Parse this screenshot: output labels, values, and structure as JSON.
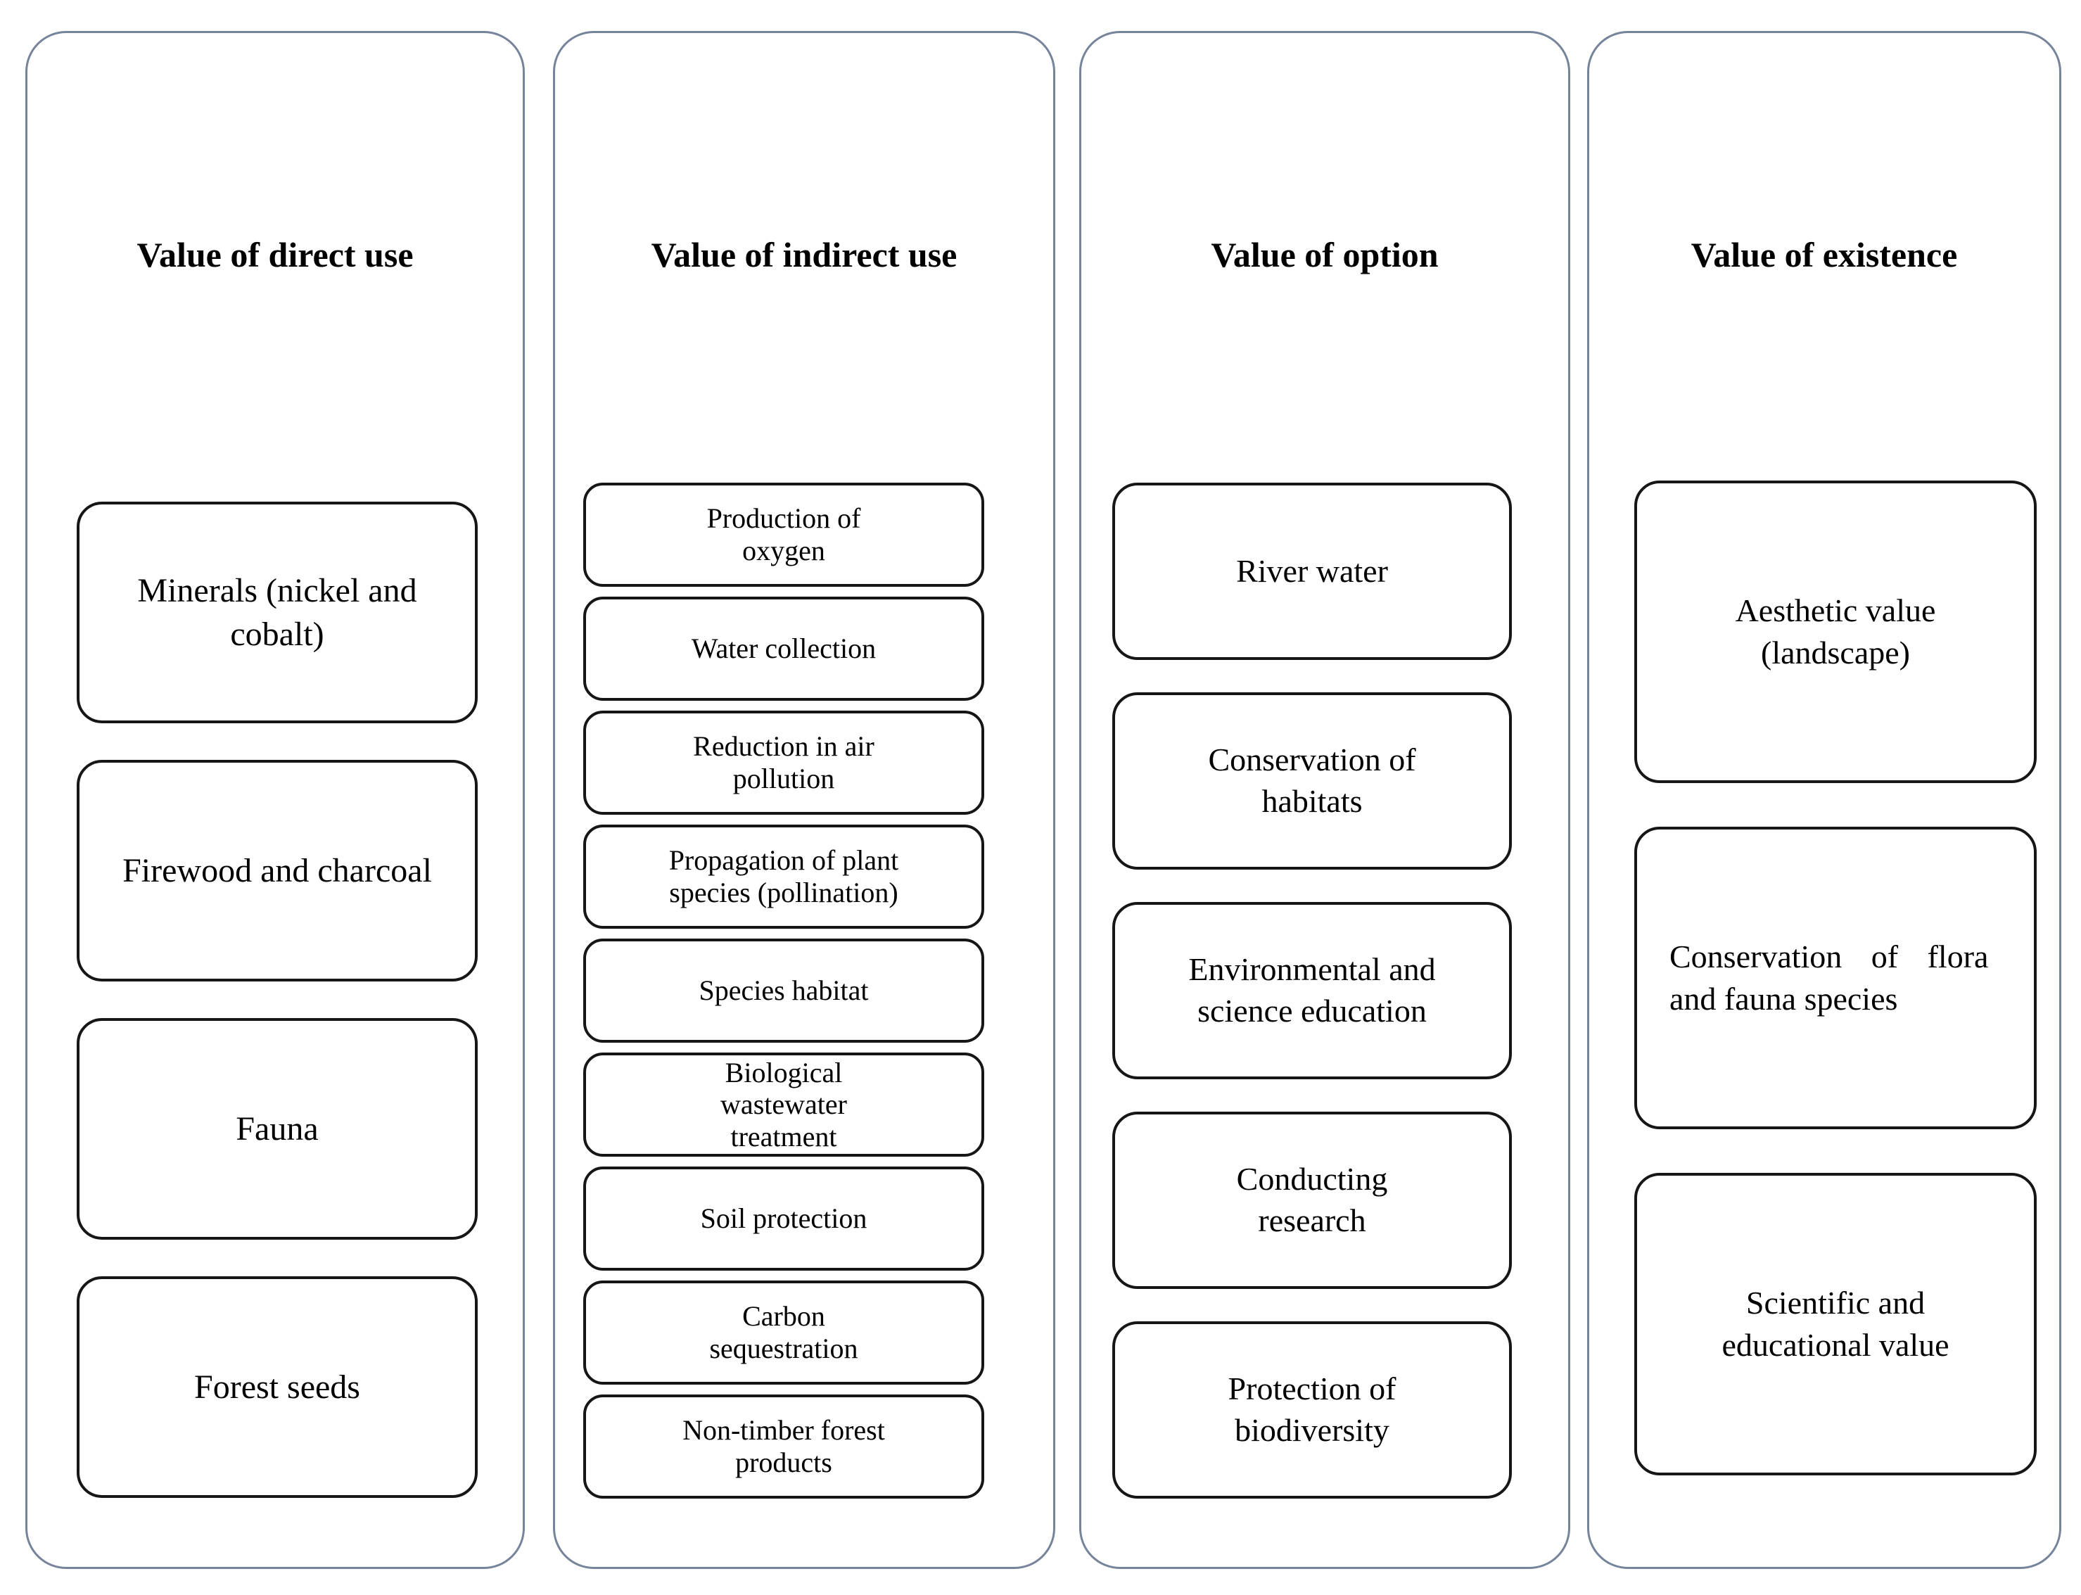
{
  "figure": {
    "background": "#ffffff",
    "panel_border_color": "#76849b",
    "box_border_color": "#161616",
    "text_color": "#000000"
  },
  "columns": [
    {
      "id": "direct-use",
      "header": "Value of direct use",
      "boxes": [
        {
          "label": "Minerals (nickel and\ncobalt)"
        },
        {
          "label": "Firewood and charcoal"
        },
        {
          "label": "Fauna"
        },
        {
          "label": "Forest seeds"
        }
      ]
    },
    {
      "id": "indirect-use",
      "header": "Value of indirect use",
      "boxes": [
        {
          "label": "Production of\noxygen"
        },
        {
          "label": "Water collection"
        },
        {
          "label": "Reduction in air\npollution"
        },
        {
          "label": "Propagation of plant\nspecies (pollination)"
        },
        {
          "label": "Species habitat"
        },
        {
          "label": "Biological\nwastewater\ntreatment"
        },
        {
          "label": "Soil protection"
        },
        {
          "label": "Carbon\nsequestration"
        },
        {
          "label": "Non-timber forest\nproducts"
        }
      ]
    },
    {
      "id": "option",
      "header": "Value of option",
      "boxes": [
        {
          "label": "River water"
        },
        {
          "label": "Conservation of\nhabitats"
        },
        {
          "label": "Environmental and\nscience education"
        },
        {
          "label": "Conducting\nresearch"
        },
        {
          "label": "Protection of\nbiodiversity"
        }
      ]
    },
    {
      "id": "existence",
      "header": "Value of existence",
      "boxes": [
        {
          "label": "Aesthetic value\n(landscape)"
        },
        {
          "label": "Conservation of flora\nand fauna species"
        },
        {
          "label": "Scientific and\neducational value"
        }
      ]
    }
  ]
}
